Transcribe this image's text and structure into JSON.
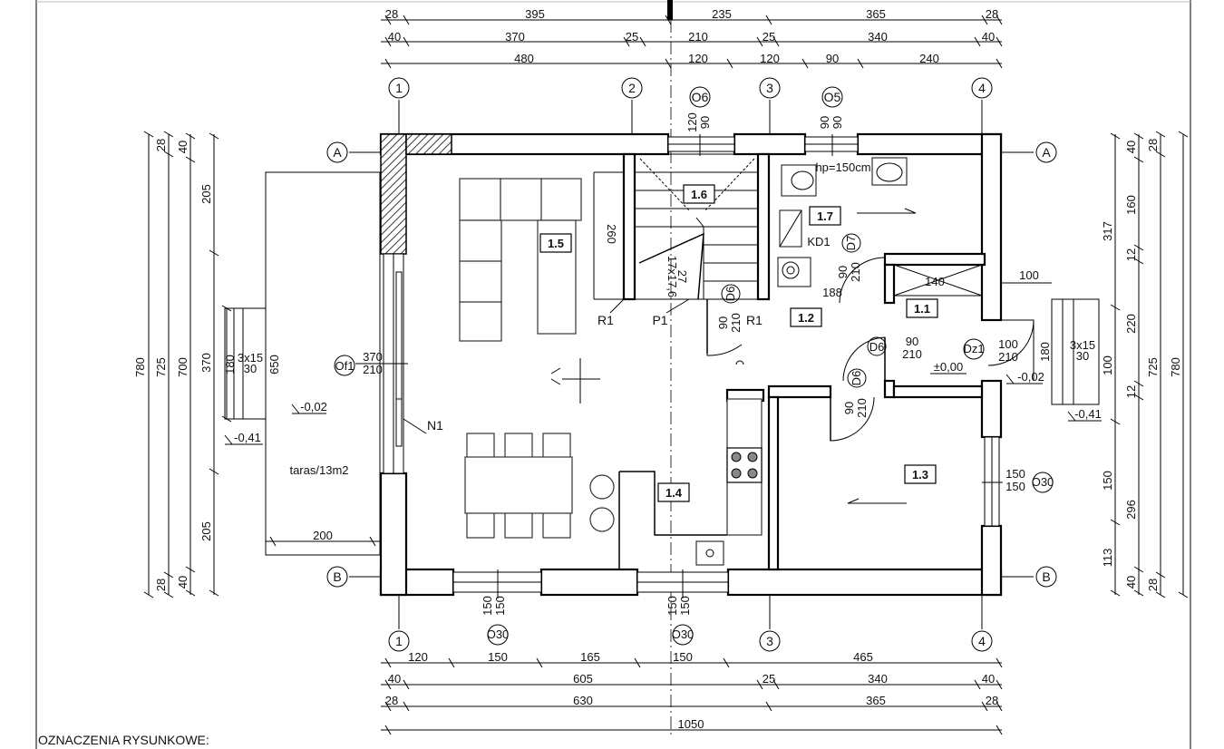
{
  "top_dims": {
    "row1": [
      "28",
      "395",
      "235",
      "365",
      "28"
    ],
    "row2": [
      "40",
      "370",
      "25",
      "210",
      "25",
      "340",
      "40"
    ],
    "row3": [
      "480",
      "120",
      "120",
      "90",
      "240"
    ]
  },
  "bottom_dims": {
    "row1": [
      "120",
      "150",
      "165",
      "150",
      "465"
    ],
    "row2": [
      "40",
      "605",
      "25",
      "340",
      "40"
    ],
    "row3": [
      "28",
      "630",
      "365",
      "28"
    ],
    "total": "1050"
  },
  "left_dims": {
    "outer": "780",
    "c2": [
      "28",
      "725",
      "28"
    ],
    "c3": [
      "40",
      "700",
      "40"
    ],
    "c4": [
      "205",
      "370",
      "205"
    ],
    "c5": "180",
    "terrace": "650"
  },
  "right_dims": {
    "outer": "780",
    "c2": [
      "28",
      "725",
      "28"
    ],
    "c3": [
      "40",
      "160",
      "12",
      "220",
      "12",
      "296",
      "40"
    ],
    "c4": [
      "317",
      "100",
      "150",
      "113"
    ],
    "c5": "180"
  },
  "axes": {
    "cols": [
      "1",
      "2",
      "3",
      "4"
    ],
    "rows": [
      "A",
      "B"
    ]
  },
  "rooms": [
    "1.1",
    "1.2",
    "1.3",
    "1.4",
    "1.5",
    "1.6",
    "1.7"
  ],
  "labels": {
    "o6": "O6",
    "o6_dims": "120\n90",
    "o5": "O5",
    "o5_dims": "90\n90",
    "hp": "hp=150cm",
    "kd1": "KD1",
    "d7": "D7",
    "d7_dims": "90\n210",
    "d6": "D6",
    "dims_90_210": "90\n210",
    "r1": "R1",
    "p1": "P1",
    "stairs": "17x17,6",
    "stairs_27": "27",
    "dim_260": "260",
    "dim_188": "188",
    "dim_140": "140",
    "dim_100": "100",
    "of1": "Of1",
    "of1_dims": "370\n210",
    "n1": "N1",
    "lvl_002": "-0,02",
    "lvl_041": "-0,41",
    "lvl_000": "±0,00",
    "taras": "taras/13m2",
    "dim_200": "200",
    "steps": "3x15\n30",
    "dz1": "Dz1",
    "dz1_dims": "100\n210",
    "o30": "O30",
    "o30_dims": "150\n150",
    "legend": "OZNACZENIA RYSUNKOWE:"
  }
}
